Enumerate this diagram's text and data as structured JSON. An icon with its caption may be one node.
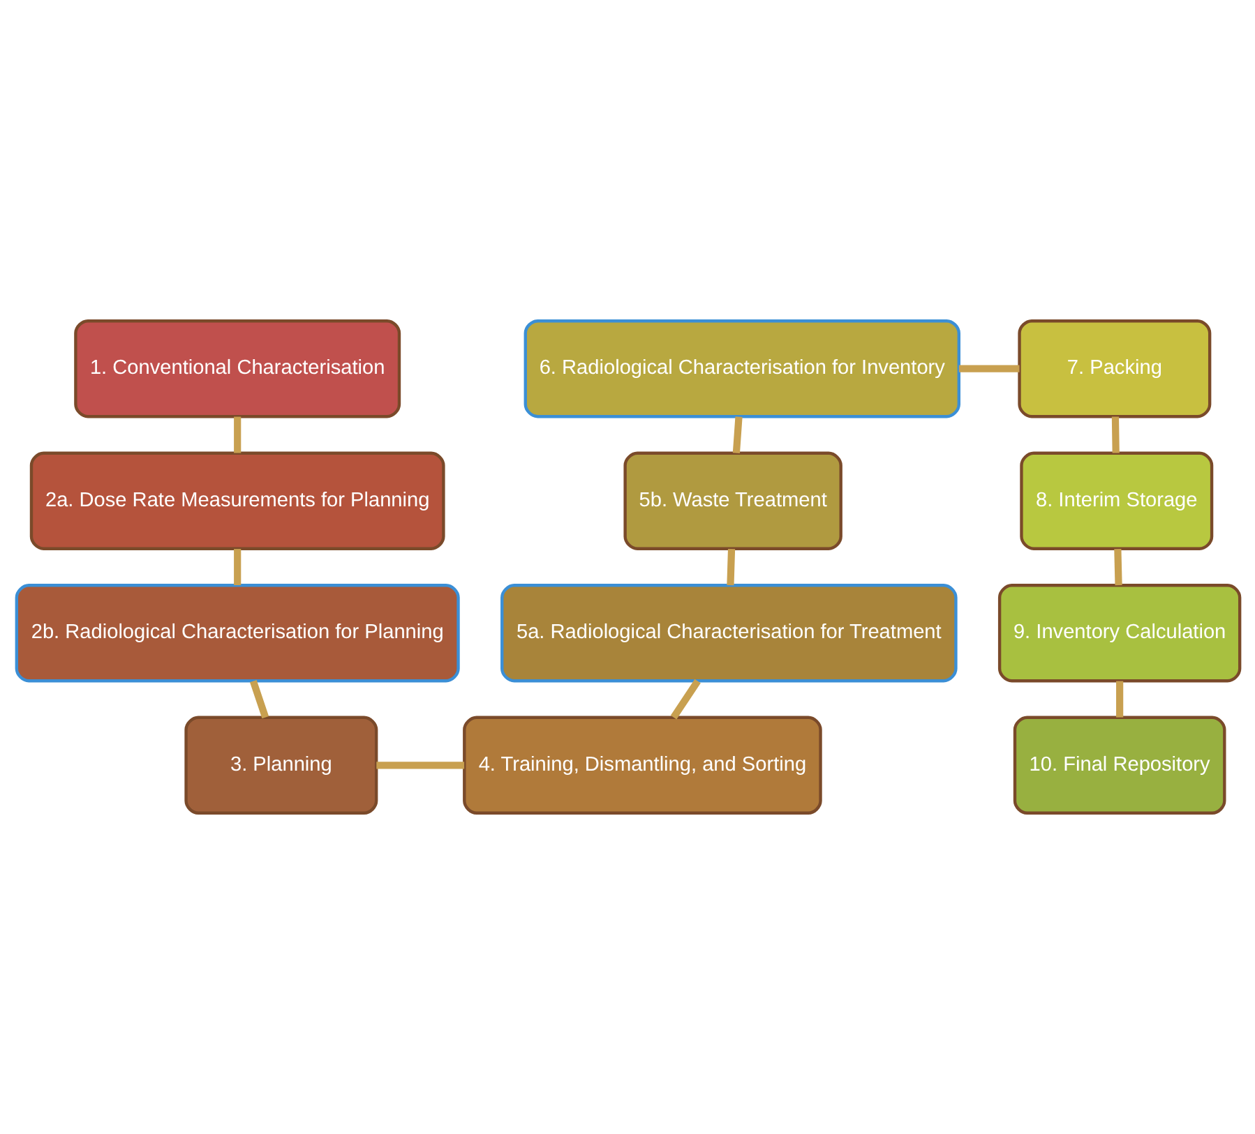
{
  "diagram": {
    "nodes": [
      {
        "text": [
          "1. Conventional Characterisation"
        ]
      },
      {
        "text": [
          "2a. Dose Rate Measurements for Planning"
        ]
      },
      {
        "text": [
          "2b. Radiological Characterisation for Planning"
        ]
      },
      {
        "text": [
          "3. Planning"
        ]
      },
      {
        "text": [
          "4. Training, Dismantling, and Sorting"
        ]
      },
      {
        "text": [
          "5a. Radiological Characterisation for Treatment"
        ]
      },
      {
        "text": [
          "5b. Waste Treatment"
        ]
      },
      {
        "text": [
          "6. Radiological Characterisation for Inventory"
        ]
      },
      {
        "text": [
          "7. Packing"
        ]
      },
      {
        "text": [
          "8. Interim Storage"
        ]
      },
      {
        "text": [
          "9. Inventory Calculation"
        ]
      },
      {
        "text": [
          "10. Final Repository"
        ]
      }
    ],
    "edges": [
      {
        "from": 0,
        "to": 1,
        "arrow": "none"
      },
      {
        "from": 1,
        "to": 2,
        "arrow": "none"
      },
      {
        "from": 2,
        "to": 3,
        "arrow": "none"
      },
      {
        "from": 3,
        "to": 4,
        "arrow": "none"
      },
      {
        "from": 4,
        "to": 5,
        "arrow": "none"
      },
      {
        "from": 5,
        "to": 6,
        "arrow": "none"
      },
      {
        "from": 6,
        "to": 7,
        "arrow": "none"
      },
      {
        "from": 7,
        "to": 8,
        "arrow": "none"
      },
      {
        "from": 8,
        "to": 9,
        "arrow": "none"
      },
      {
        "from": 9,
        "to": 10,
        "arrow": "none"
      },
      {
        "from": 10,
        "to": 11,
        "arrow": "none"
      }
    ]
  }
}
